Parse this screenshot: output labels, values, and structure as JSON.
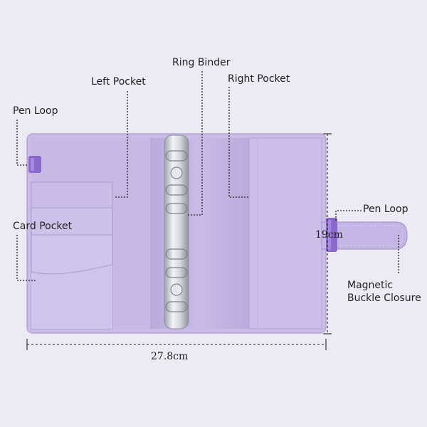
{
  "labels": {
    "ring_binder": "Ring Binder",
    "left_pocket": "Left Pocket",
    "right_pocket": "Right Pocket",
    "pen_loop_left": "Pen  Loop",
    "card_pocket": "Card Pocket",
    "pen_loop_right": "Pen Loop",
    "magnetic_line1": "Magnetic",
    "magnetic_line2": "Buckle Closure"
  },
  "dimensions": {
    "height": "19cm",
    "width": "27.8cm"
  },
  "colors": {
    "background": "#ecebf3",
    "binder_outer": "#c9bde6",
    "binder_inner": "#c2b4e2",
    "pocket": "#cdc2ea",
    "pocket_edge": "#b4a6d8",
    "pen_loop": "#8a68cc",
    "rings_metal": "#c9ccd2",
    "leader_line": "#222222"
  }
}
